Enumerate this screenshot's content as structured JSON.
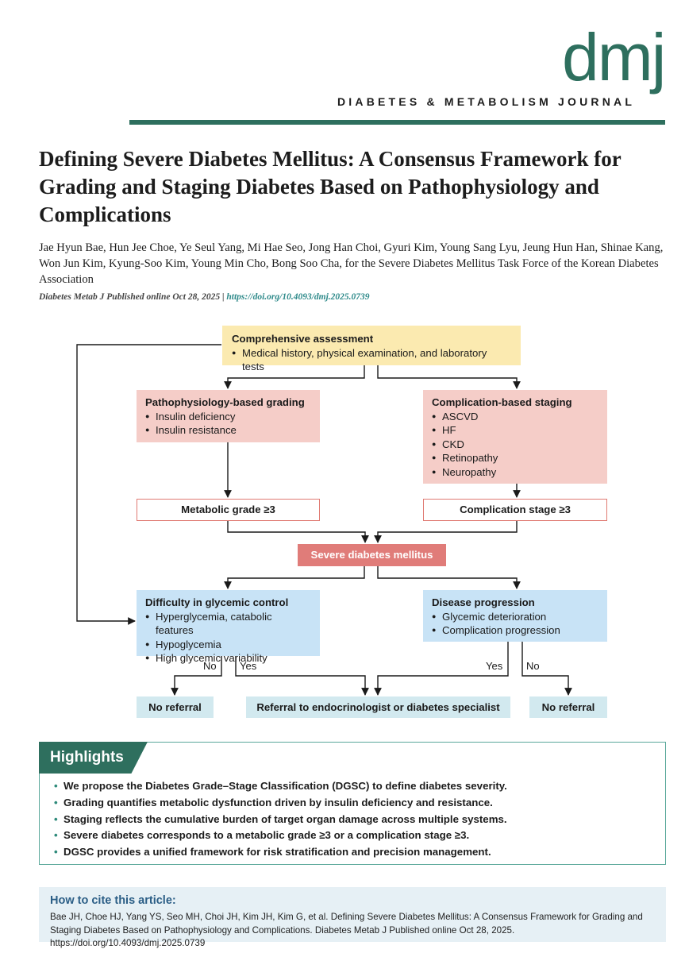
{
  "header": {
    "logo": "dmj",
    "journal_name": "DIABETES & METABOLISM JOURNAL"
  },
  "article": {
    "title": "Defining Severe Diabetes Mellitus: A Consensus Framework for Grading and Staging Diabetes Based on Pathophysiology and Complications",
    "authors": "Jae Hyun Bae, Hun Jee Choe, Ye Seul Yang, Mi Hae Seo, Jong Han Choi, Gyuri Kim, Young Sang Lyu, Jeung Hun Han, Shinae Kang, Won Jun Kim, Kyung-Soo Kim, Young Min Cho, Bong Soo Cha, for the Severe Diabetes Mellitus Task Force of the Korean Diabetes Association",
    "journal_ref": "Diabetes Metab J Published online Oct 28, 2025 |",
    "doi": "https://doi.org/10.4093/dmj.2025.0739"
  },
  "flowchart": {
    "assessment": {
      "title": "Comprehensive assessment",
      "items": [
        "Medical history, physical examination, and laboratory tests"
      ]
    },
    "grading": {
      "title": "Pathophysiology-based grading",
      "items": [
        "Insulin deficiency",
        "Insulin resistance"
      ]
    },
    "staging": {
      "title": "Complication-based staging",
      "items": [
        "ASCVD",
        "HF",
        "CKD",
        "Retinopathy",
        "Neuropathy"
      ]
    },
    "metabolic_grade": "Metabolic grade ≥3",
    "complication_stage": "Complication stage ≥3",
    "severe": "Severe diabetes mellitus",
    "glycemic": {
      "title": "Difficulty in glycemic control",
      "items": [
        "Hyperglycemia, catabolic features",
        "Hypoglycemia",
        "High glycemic variability"
      ]
    },
    "progression": {
      "title": "Disease progression",
      "items": [
        "Glycemic deterioration",
        "Complication progression"
      ]
    },
    "labels": {
      "no_left": "No",
      "yes_left": "Yes",
      "yes_right": "Yes",
      "no_right": "No"
    },
    "no_referral_left": "No referral",
    "referral": "Referral to endocrinologist or diabetes specialist",
    "no_referral_right": "No referral"
  },
  "highlights": {
    "title": "Highlights",
    "items": [
      "We propose the Diabetes Grade–Stage Classification (DGSC) to define diabetes severity.",
      "Grading quantifies metabolic dysfunction driven by insulin deficiency and resistance.",
      "Staging reflects the cumulative burden of target organ damage across multiple systems.",
      "Severe diabetes corresponds to a metabolic grade ≥3 or a complication stage ≥3.",
      "DGSC provides a unified framework for risk stratification and precision management."
    ]
  },
  "how_to_cite": {
    "title": "How to cite this article:",
    "text": "Bae JH, Choe HJ, Yang YS, Seo MH, Choi JH, Kim JH, Kim G, et al. Defining Severe Diabetes Mellitus: A Consensus Framework for Grading and Staging Diabetes Based on Pathophysiology and Complications. Diabetes Metab J Published online Oct 28, 2025. https://doi.org/10.4093/dmj.2025.0739"
  },
  "colors": {
    "brand": "#2e6f5e",
    "yellow": "#fbeab0",
    "pink": "#f5cdc8",
    "blue": "#c8e3f6",
    "salmon": "#e07c79",
    "outline": "#e07a72"
  }
}
